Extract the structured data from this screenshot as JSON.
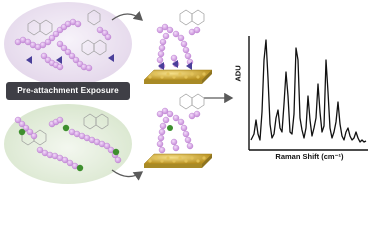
{
  "banner": {
    "label": "Pre-attachment Exposure"
  },
  "spectrum": {
    "ylabel": "ADU",
    "xlabel": "Raman Shift (cm⁻¹)"
  },
  "colors": {
    "top_panel": "#ece3f1",
    "bottom_panel": "#e6efe0",
    "banner": "#3f3f46",
    "chain_bead": "#d9a9e8",
    "chain_bead_edge": "#b678cc",
    "triangle_marker": "#4a3f9a",
    "green_marker": "#3e8f2e",
    "substrate": "#d6b64a",
    "arrow": "#5a5a5a",
    "spectrum_line": "#111111"
  },
  "icons": {
    "top_panel_molecules": "polymer-chain-with-triangle-tags",
    "bottom_panel_molecules": "polymer-chain-with-green-tags",
    "substrate": "gold-nanoparticle-surface",
    "spectrum": "raman-spectrum-plot"
  }
}
